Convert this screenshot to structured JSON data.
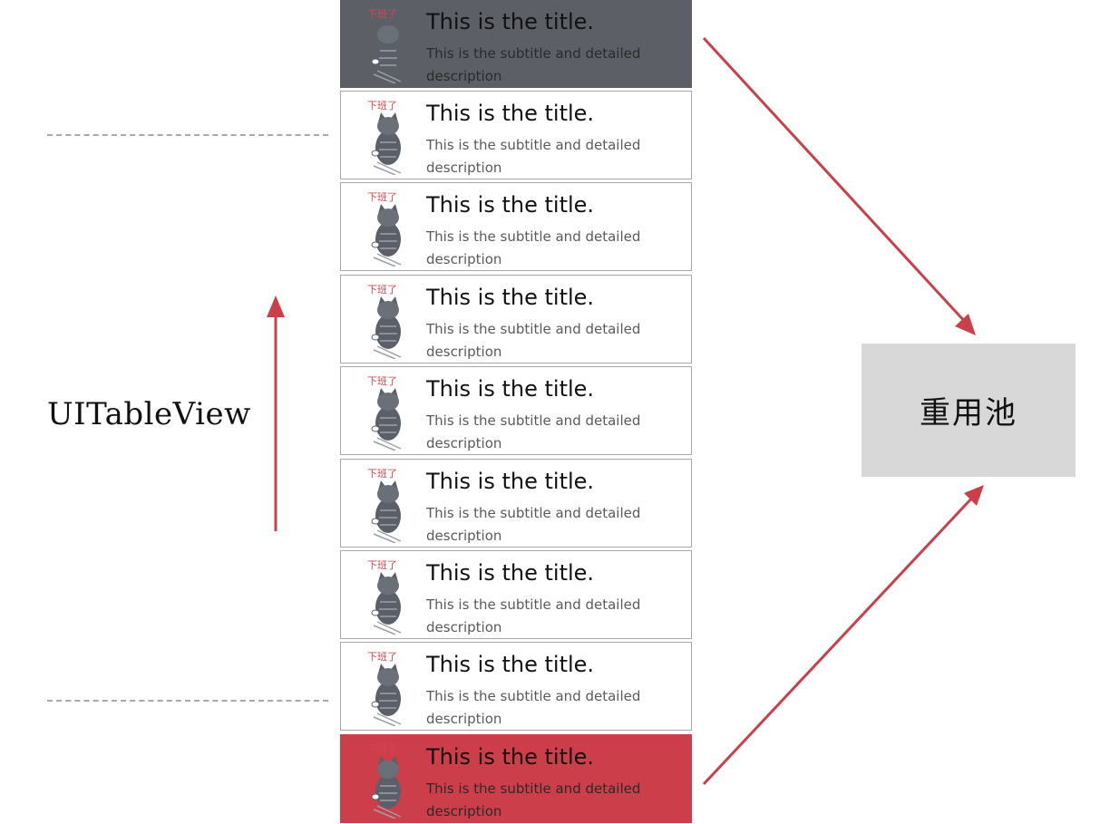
{
  "left_label": "UITableView",
  "pool_label": "重用池",
  "cell_badge": "下班了",
  "cells": [
    {
      "title": "This is the title.",
      "subtitle": "This is the subtitle and detailed description",
      "state": "dark"
    },
    {
      "title": "This is the title.",
      "subtitle": "This is the subtitle and detailed description",
      "state": "normal"
    },
    {
      "title": "This is the title.",
      "subtitle": "This is the subtitle and detailed description",
      "state": "normal"
    },
    {
      "title": "This is the title.",
      "subtitle": "This is the subtitle and detailed description",
      "state": "normal"
    },
    {
      "title": "This is the title.",
      "subtitle": "This is the subtitle and detailed description",
      "state": "normal"
    },
    {
      "title": "This is the title.",
      "subtitle": "This is the subtitle and detailed description",
      "state": "normal"
    },
    {
      "title": "This is the title.",
      "subtitle": "This is the subtitle and detailed description",
      "state": "normal"
    },
    {
      "title": "This is the title.",
      "subtitle": "This is the subtitle and detailed description",
      "state": "normal"
    },
    {
      "title": "This is the title.",
      "subtitle": "This is the subtitle and detailed description",
      "state": "red"
    }
  ],
  "colors": {
    "arrow": "#cc3f4a",
    "dark_cell": "#5c6066",
    "red_cell": "#cc3f4a",
    "pool_box": "#d8d8d8",
    "dashed_line": "#a9a9a9"
  }
}
